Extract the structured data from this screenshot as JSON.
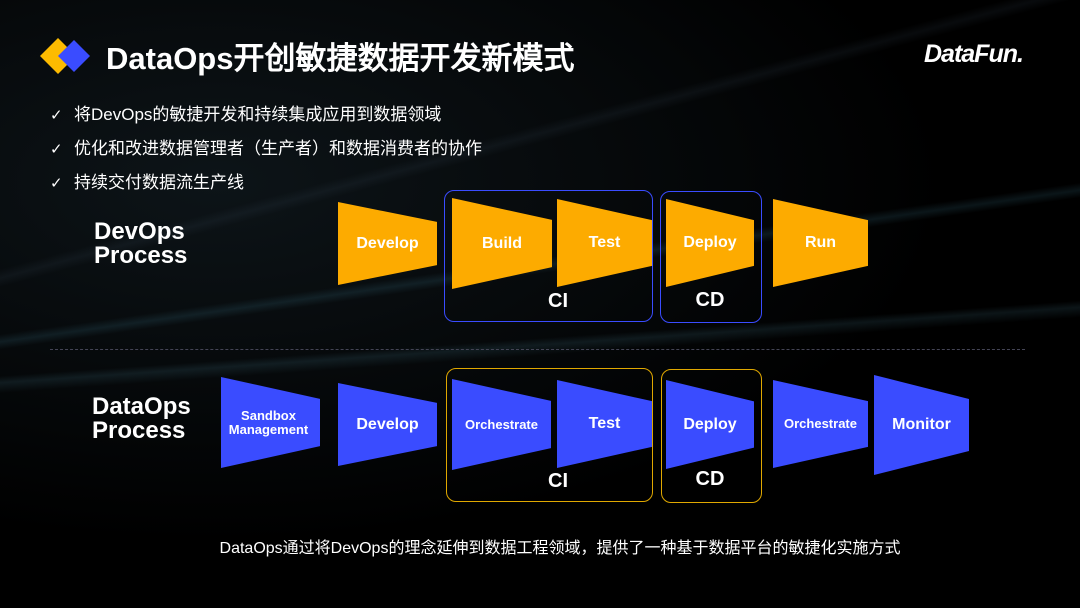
{
  "title": "DataOps开创敏捷数据开发新模式",
  "logo": "DataFun.",
  "bullets": [
    "将DevOps的敏捷开发和持续集成应用到数据领域",
    "优化和改进数据管理者（生产者）和数据消费者的协作",
    "持续交付数据流生产线"
  ],
  "check_icon": "✓",
  "devops": {
    "label_line1": "DevOps",
    "label_line2": "Process",
    "stages": [
      "Develop",
      "Build",
      "Test",
      "Deploy",
      "Run"
    ],
    "ci": "CI",
    "cd": "CD"
  },
  "dataops": {
    "label_line1": "DataOps",
    "label_line2": "Process",
    "stages": [
      "Sandbox Management",
      "Develop",
      "Orchestrate",
      "Test",
      "Deploy",
      "Orchestrate",
      "Monitor"
    ],
    "ci": "CI",
    "cd": "CD"
  },
  "footer": "DataOps通过将DevOps的理念延伸到数据工程领域，提供了一种基于数据平台的敏捷化实施方式",
  "colors": {
    "orange": "#fdab00",
    "blue": "#3a4cff"
  }
}
